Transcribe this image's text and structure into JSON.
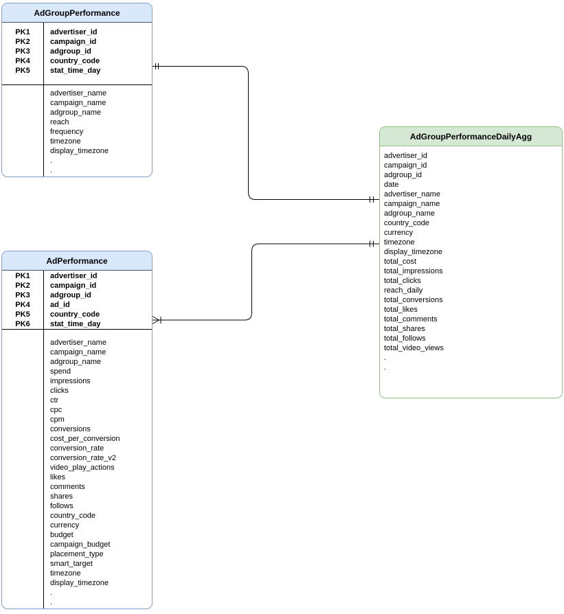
{
  "diagram": {
    "type": "entity-relationship",
    "background_color": "#ffffff",
    "theme_colors": {
      "blue_fill": "#dae8fc",
      "blue_stroke": "#7f9fcf",
      "green_fill": "#d5e8d4",
      "green_stroke": "#8fbe7d",
      "line_color": "#000000"
    },
    "tables": [
      {
        "title": "AdGroupPerformance",
        "color_theme": "blue",
        "pk_rows": [
          {
            "key": "PK1",
            "field": "advertiser_id"
          },
          {
            "key": "PK2",
            "field": "campaign_id"
          },
          {
            "key": "PK3",
            "field": "adgroup_id"
          },
          {
            "key": "PK4",
            "field": "country_code"
          },
          {
            "key": "PK5",
            "field": "stat_time_day"
          }
        ],
        "fields": [
          "advertiser_name",
          "campaign_name",
          "adgroup_name",
          "reach",
          "frequency",
          "timezone",
          "display_timezone",
          ".",
          "."
        ]
      },
      {
        "title": "AdPerformance",
        "color_theme": "blue",
        "pk_rows": [
          {
            "key": "PK1",
            "field": "advertiser_id"
          },
          {
            "key": "PK2",
            "field": "campaign_id"
          },
          {
            "key": "PK3",
            "field": "adgroup_id"
          },
          {
            "key": "PK4",
            "field": "ad_id"
          },
          {
            "key": "PK5",
            "field": "country_code"
          },
          {
            "key": "PK6",
            "field": "stat_time_day"
          }
        ],
        "fields": [
          "advertiser_name",
          "campaign_name",
          "adgroup_name",
          "spend",
          "impressions",
          "clicks",
          "ctr",
          "cpc",
          "cpm",
          "conversions",
          "cost_per_conversion",
          "conversion_rate",
          "conversion_rate_v2",
          "video_play_actions",
          "likes",
          "comments",
          "shares",
          "follows",
          "country_code",
          "currency",
          "budget",
          "campaign_budget",
          "placement_type",
          "smart_target",
          "timezone",
          "display_timezone",
          ".",
          "."
        ]
      },
      {
        "title": "AdGroupPerformanceDailyAgg",
        "color_theme": "green",
        "pk_rows": [],
        "fields": [
          "advertiser_id",
          "campaign_id",
          "adgroup_id",
          "date",
          "advertiser_name",
          "campaign_name",
          "adgroup_name",
          "country_code",
          "currency",
          "timezone",
          "display_timezone",
          "total_cost",
          "total_impressions",
          "total_clicks",
          "reach_daily",
          "total_conversions",
          "total_likes",
          "total_comments",
          "total_shares",
          "total_follows",
          "total_video_views",
          ".",
          "."
        ]
      }
    ],
    "relationships": [
      {
        "from": "AdGroupPerformance",
        "to": "AdGroupPerformanceDailyAgg",
        "from_cardinality": "one-and-only-one",
        "to_cardinality": "one-and-only-one"
      },
      {
        "from": "AdPerformance",
        "to": "AdGroupPerformanceDailyAgg",
        "from_cardinality": "one-or-many",
        "to_cardinality": "one-and-only-one"
      }
    ]
  }
}
